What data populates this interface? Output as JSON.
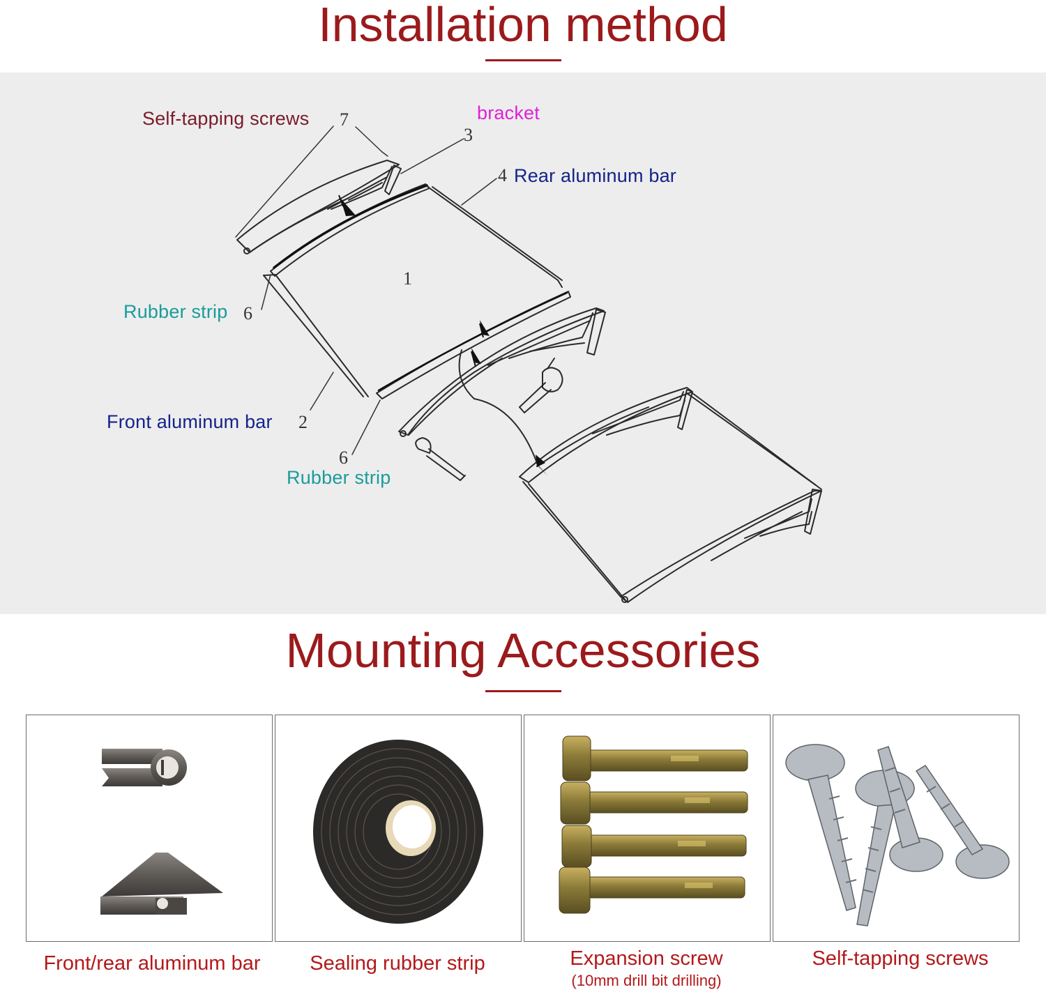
{
  "section1": {
    "title": "Installation method"
  },
  "diagram": {
    "labels": {
      "self_tapping": "Self-tapping screws",
      "bracket": "bracket",
      "rear_bar": "Rear aluminum bar",
      "rubber_strip_1": "Rubber strip",
      "front_bar": "Front aluminum bar",
      "rubber_strip_2": "Rubber strip"
    },
    "numbers": {
      "n7": "7",
      "n3": "3",
      "n4": "4",
      "n1": "1",
      "n6a": "6",
      "n2": "2",
      "n6b": "6"
    },
    "colors": {
      "maroon": "#7a1a2a",
      "magenta": "#e020d8",
      "navy": "#15238a",
      "teal": "#1b9b9b"
    }
  },
  "section2": {
    "title": "Mounting Accessories"
  },
  "accessories": [
    {
      "caption": "Front/rear aluminum bar",
      "subcaption": ""
    },
    {
      "caption": "Sealing rubber strip",
      "subcaption": ""
    },
    {
      "caption": "Expansion screw",
      "subcaption": "(10mm drill bit drilling)"
    },
    {
      "caption": "Self-tapping screws",
      "subcaption": ""
    }
  ],
  "colors": {
    "accent": "#9b1a1c",
    "caption": "#b3191b",
    "panel_bg": "#ededed"
  }
}
